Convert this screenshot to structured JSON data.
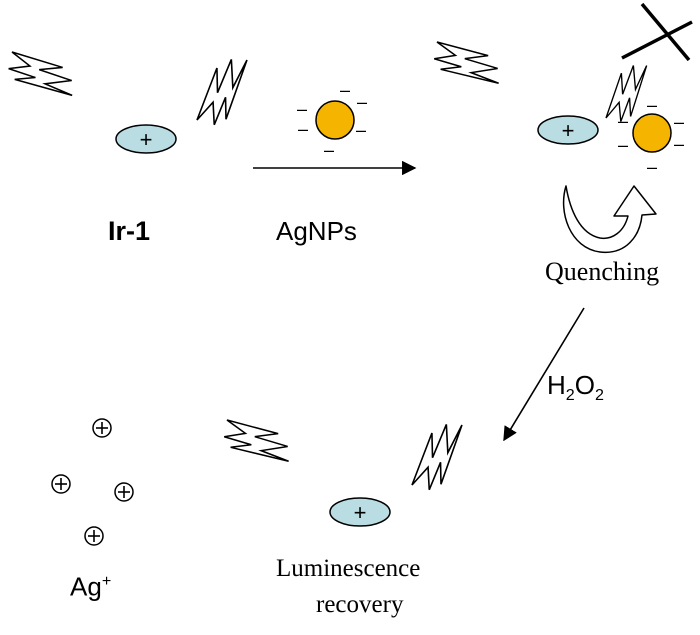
{
  "labels": {
    "probe_name": "Ir-1",
    "nanoparticle_name": "AgNPs",
    "quenching": "Quenching",
    "oxidant_main": "H",
    "oxidant_sub_1": "2",
    "oxidant_mid": "O",
    "oxidant_sub_2": "2",
    "ion_main": "Ag",
    "ion_sup": "+",
    "recovery_line1": "Luminescence",
    "recovery_line2": "recovery"
  },
  "symbols": {
    "positive": "+",
    "negative": "–"
  },
  "colors": {
    "complex_fill": "#b9dde2",
    "nanoparticle_fill": "#f5b400",
    "line": "#000000",
    "background": "#ffffff"
  },
  "icons": [
    "lightning-bolt-icon",
    "cross-out-icon",
    "curved-arrow-icon",
    "plus-circle-icon",
    "reaction-arrow-icon"
  ]
}
